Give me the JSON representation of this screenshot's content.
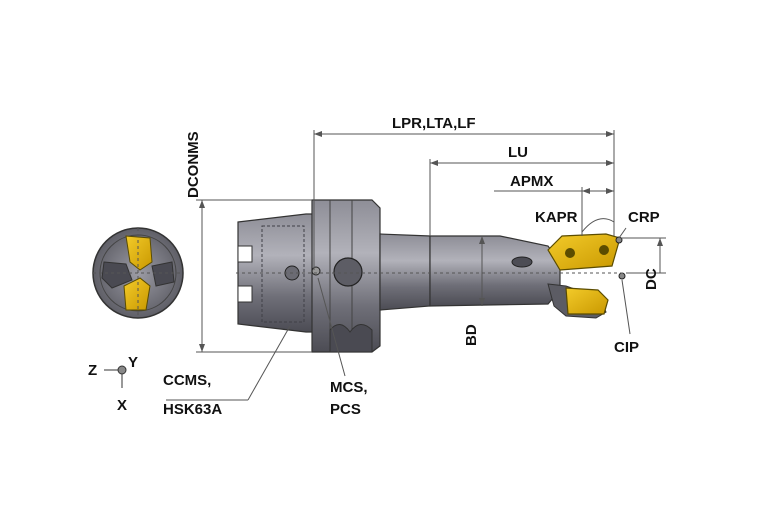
{
  "labels": {
    "dconms": "DCONMS",
    "lpr": "LPR,LTA,LF",
    "lu": "LU",
    "apmx": "APMX",
    "kapr": "KAPR",
    "crp": "CRP",
    "dc": "DC",
    "bd": "BD",
    "cip": "CIP",
    "ccms_line1": "CCMS,",
    "ccms_line2": "HSK63A",
    "mcs_line1": "MCS,",
    "mcs_line2": "PCS",
    "axis_z": "Z",
    "axis_y": "Y",
    "axis_x": "X"
  },
  "colors": {
    "body_dark": "#5a5a62",
    "body_mid": "#7d7d86",
    "body_light": "#a4a4ad",
    "insert_gold": "#e8b400",
    "insert_dark": "#5b4c00",
    "line": "#555555"
  }
}
